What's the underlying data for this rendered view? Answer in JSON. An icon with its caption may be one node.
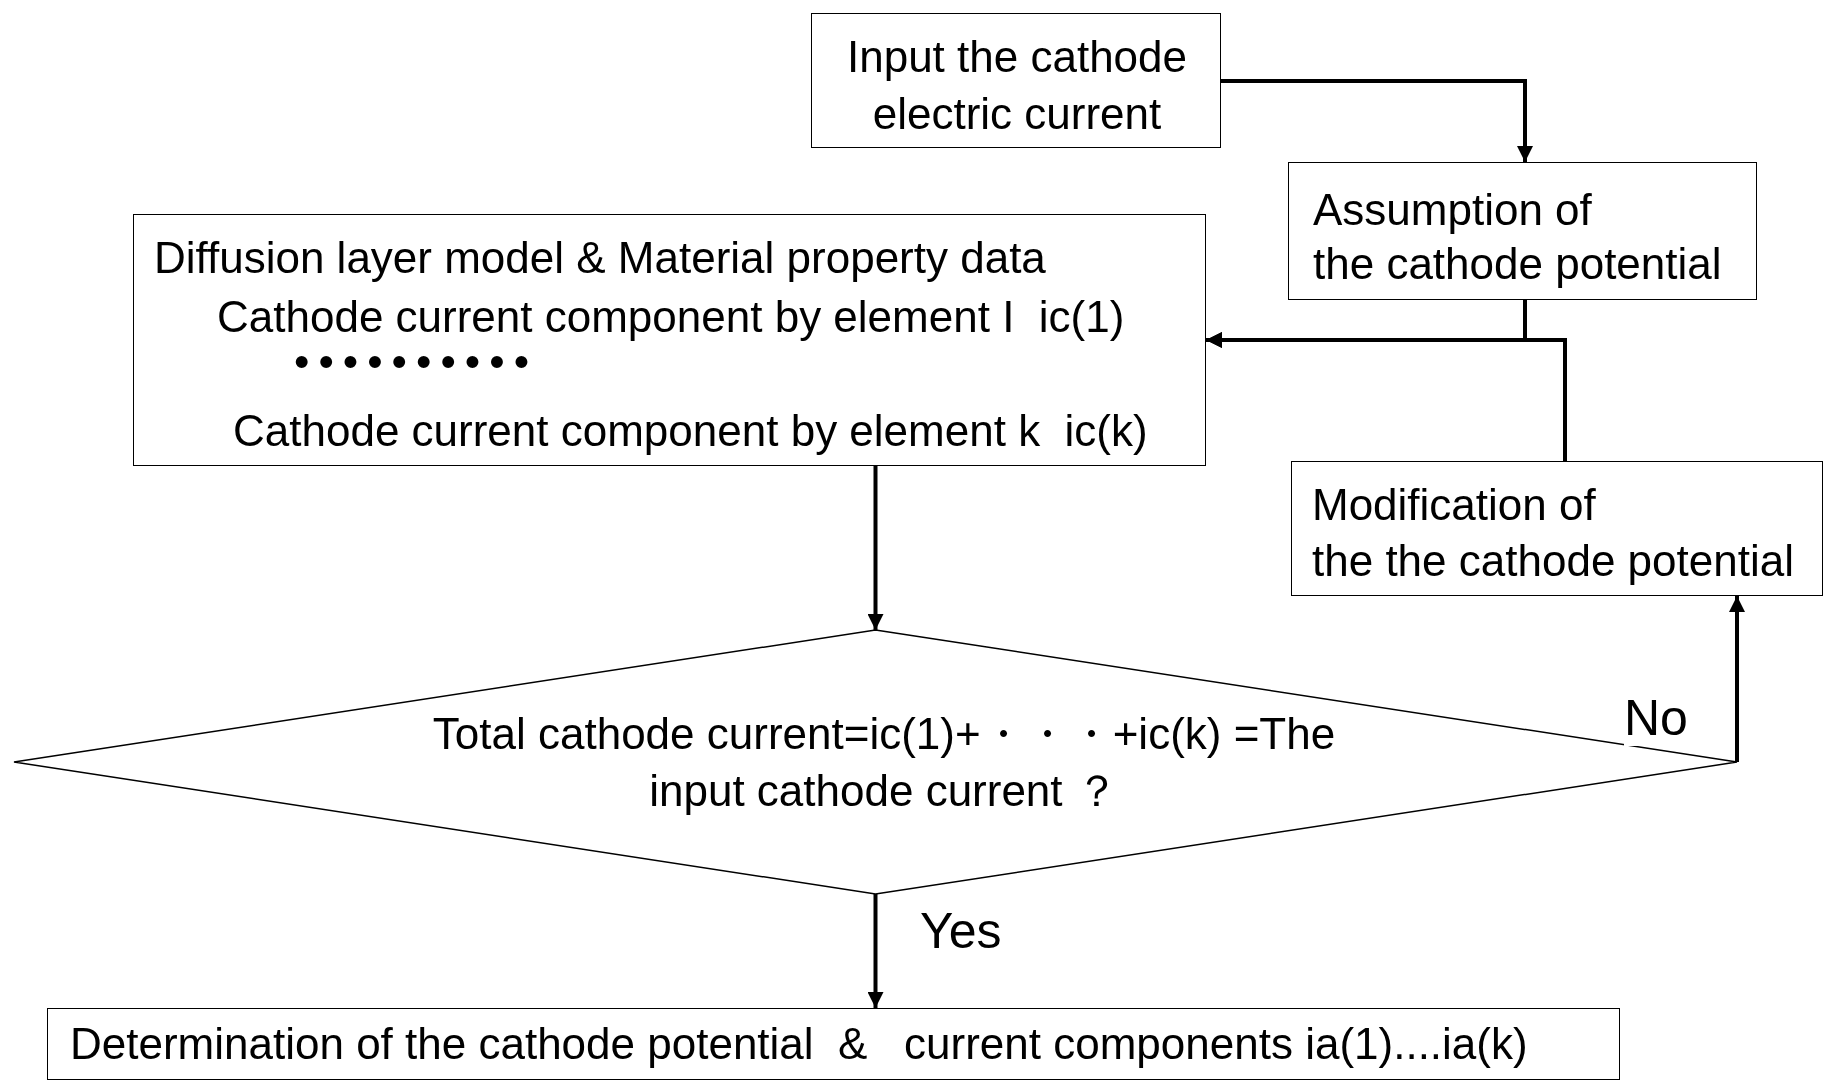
{
  "diagram": {
    "nodes": [
      {
        "text": [
          "Input the cathode electric current"
        ]
      },
      {
        "text": [
          "Assumption of",
          "the cathode potential"
        ]
      },
      {
        "text": [
          "Diffusion layer model & Material property data",
          "Cathode current component by element I  ic(1)",
          "••••••••••",
          "Cathode current component by element k  ic(k)"
        ]
      },
      {
        "text": [
          "Modification of",
          "the the cathode potential"
        ]
      },
      {
        "text": [
          "Total cathode current=ic(1)+・・・+ic(k) =The input cathode current ？"
        ]
      },
      {
        "text": [
          "Determination of the cathode potential  &   current components ia(1)....ia(k)"
        ]
      }
    ],
    "edges": [
      {
        "from": 0,
        "to": 1,
        "arrow": "to"
      },
      {
        "from": 1,
        "to": 2,
        "arrow": "to"
      },
      {
        "from": 3,
        "to": 2,
        "arrow": "to"
      },
      {
        "from": 2,
        "to": 4,
        "arrow": "to"
      },
      {
        "from": 4,
        "to": 3,
        "arrow": "to",
        "label": "No"
      },
      {
        "from": 4,
        "to": 5,
        "arrow": "to",
        "label": "Yes"
      }
    ]
  }
}
